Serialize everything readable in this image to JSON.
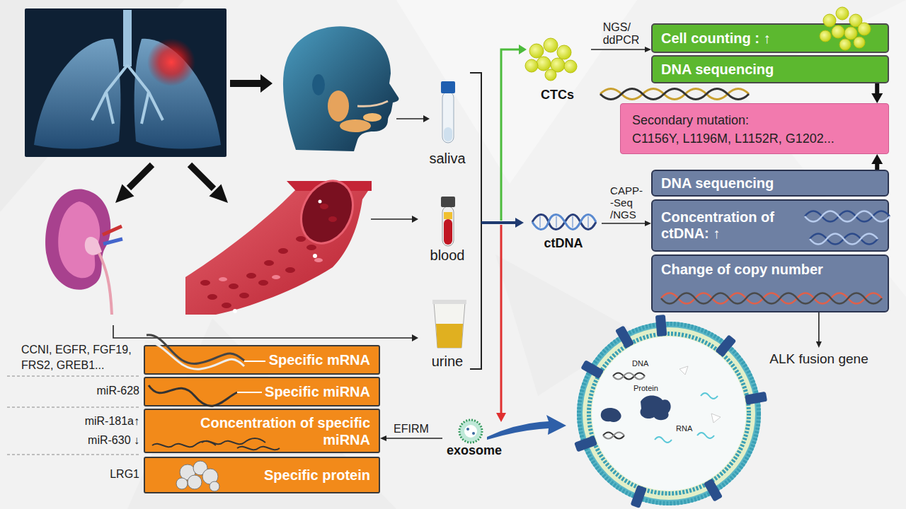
{
  "diagram": {
    "nodes": [
      {
        "text": [
          "CTCs"
        ]
      },
      {
        "text": [
          "Cell counting : ↑"
        ]
      },
      {
        "text": [
          "DNA sequencing"
        ]
      },
      {
        "text": [
          "Secondary mutation:",
          "C1156Y, L1196M, L1152R, G1202..."
        ]
      },
      {
        "text": [
          "DNA sequencing"
        ]
      },
      {
        "text": [
          "Concentration of ctDNA: ↑"
        ]
      },
      {
        "text": [
          "Change of copy number"
        ]
      },
      {
        "text": [
          "ctDNA"
        ]
      },
      {
        "text": [
          "ALK fusion gene"
        ]
      },
      {
        "text": [
          "exosome"
        ]
      },
      {
        "text": [
          "Specific mRNA"
        ]
      },
      {
        "text": [
          "Specific miRNA"
        ]
      },
      {
        "text": [
          "Concentration of specific miRNA"
        ]
      },
      {
        "text": [
          "Specific protein"
        ]
      }
    ],
    "edges": [
      {
        "from": 0,
        "to": 1,
        "arrow": "to",
        "label": "NGS/ ddPCR"
      },
      {
        "from": 2,
        "to": 3,
        "arrow": "to"
      },
      {
        "from": 4,
        "to": 3,
        "arrow": "to"
      },
      {
        "from": 7,
        "to": 5,
        "arrow": "to",
        "label": "CAPP- -Seq /NGS"
      },
      {
        "from": 6,
        "to": 8,
        "arrow": "to"
      },
      {
        "from": 9,
        "to": 12,
        "arrow": "to",
        "label": "EFIRM"
      }
    ],
    "labels": [
      "saliva",
      "blood",
      "urine",
      "CCNI, EGFR, FGF19, FRS2, GREB1...",
      "miR-628",
      "miR-181a↑",
      "miR-630 ↓",
      "LRG1",
      "DNA",
      "Protein",
      "RNA"
    ]
  }
}
